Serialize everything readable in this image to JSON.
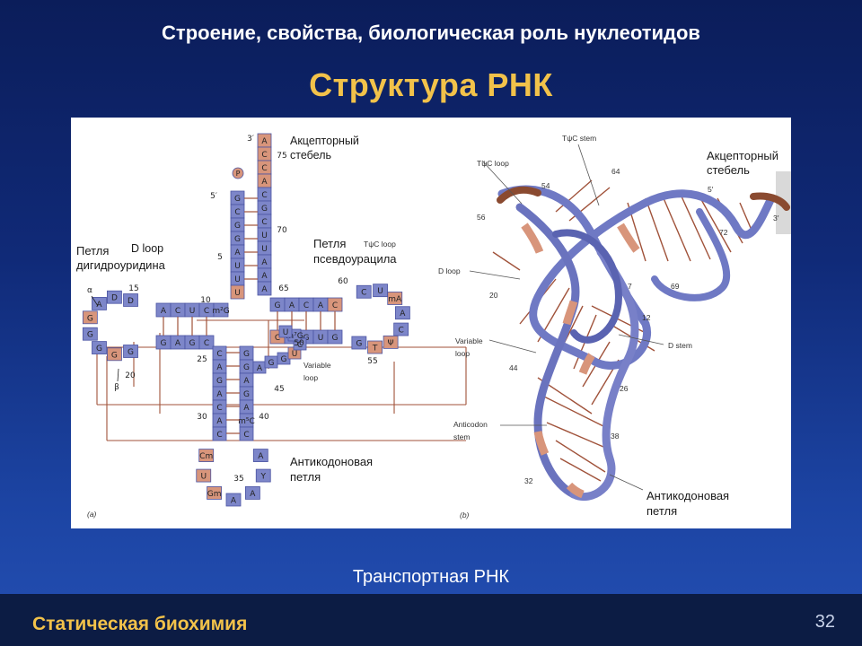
{
  "header": "Строение, свойства, биологическая роль нуклеотидов",
  "title": "Структура РНК",
  "caption": "Транспортная РНК",
  "footer": {
    "text": "Статическая биохимия",
    "page": "32"
  },
  "figure_a": {
    "label_a": "(a)",
    "acceptor_label_1": "Акцепторный",
    "acceptor_label_2": "стебель",
    "dloop_label": "D loop",
    "dloop_ru_1": "Петля",
    "dloop_ru_2": "дигидроуридина",
    "tpsi_label": "TψC loop",
    "tpsi_ru_1": "Петля",
    "tpsi_ru_2": "псевдоурацила",
    "variable_1": "Variable",
    "variable_2": "loop",
    "anticodon_1": "Антикодоновая",
    "anticodon_2": "петля",
    "nums": {
      "n3": "3′",
      "n5": "5′",
      "n75": "75",
      "n70": "70",
      "n5b": "5",
      "n10": "10",
      "n15": "15",
      "n20": "20",
      "n25": "25",
      "n30": "30",
      "n35": "35",
      "n40": "40",
      "n45": "45",
      "n50": "50",
      "n55": "55",
      "n60": "60",
      "n65": "65",
      "alpha": "α",
      "beta": "β",
      "P": "P"
    },
    "acceptor_3p": [
      "A",
      "C",
      "C",
      "A",
      "C",
      "G",
      "C",
      "U",
      "U",
      "A",
      "A"
    ],
    "acceptor_5p": [
      "G",
      "C",
      "G",
      "G",
      "A",
      "U",
      "U"
    ],
    "d_stem_top": [
      "A",
      "C",
      "U",
      "C",
      "m²G"
    ],
    "d_stem_bottom": [
      "G",
      "A",
      "G",
      "C"
    ],
    "d_loop": [
      "D",
      "D",
      "A",
      "G",
      "G",
      "G",
      "G",
      "G"
    ],
    "t_stem_top": [
      "G",
      "A",
      "C",
      "A",
      "C"
    ],
    "t_stem_bottom": [
      "C",
      "U",
      "G",
      "U",
      "G"
    ],
    "t_loop": [
      "C",
      "U",
      "mA",
      "A",
      "C",
      "Ψ",
      "T",
      "G"
    ],
    "anticodon_stem_left": [
      "C",
      "A",
      "G",
      "A",
      "C",
      "A",
      "C"
    ],
    "anticodon_stem_right": [
      "G",
      "G",
      "A",
      "G",
      "A",
      "m⁵C",
      "C"
    ],
    "anticodon_loop": [
      "Cm",
      "U",
      "Gm",
      "A",
      "A",
      "Y",
      "A"
    ],
    "variable": [
      "A",
      "G",
      "G",
      "U",
      "C",
      "m⁷G",
      "U"
    ]
  },
  "figure_b": {
    "label_b": "(b)",
    "tpsi_stem": "TψC stem",
    "tpsi_loop": "TψC loop",
    "acceptor_1": "Акцепторный",
    "acceptor_2": "стебель",
    "dloop": "D loop",
    "variable_1": "Variable",
    "variable_2": "loop",
    "dstem": "D stem",
    "anticodon_stem_1": "Anticodon",
    "anticodon_stem_2": "stem",
    "anticodon_1": "Антикодоновая",
    "anticodon_2": "петля",
    "nums": {
      "n64": "64",
      "n54": "54",
      "n56": "56",
      "n5": "5′",
      "n3": "3′",
      "n72": "72",
      "n20": "20",
      "n7": "7",
      "n69": "69",
      "n12": "12",
      "n44": "44",
      "n26": "26",
      "n38": "38",
      "n32": "32"
    }
  },
  "colors": {
    "background_top": "#0b1d5a",
    "background_bottom": "#244fb3",
    "title": "#f2c24a",
    "footer_bar": "#0c1c44",
    "strand": "#7d86c9",
    "strand_dark": "#4b54a3",
    "highlight": "#d8957b",
    "rung": "#a0523a"
  }
}
